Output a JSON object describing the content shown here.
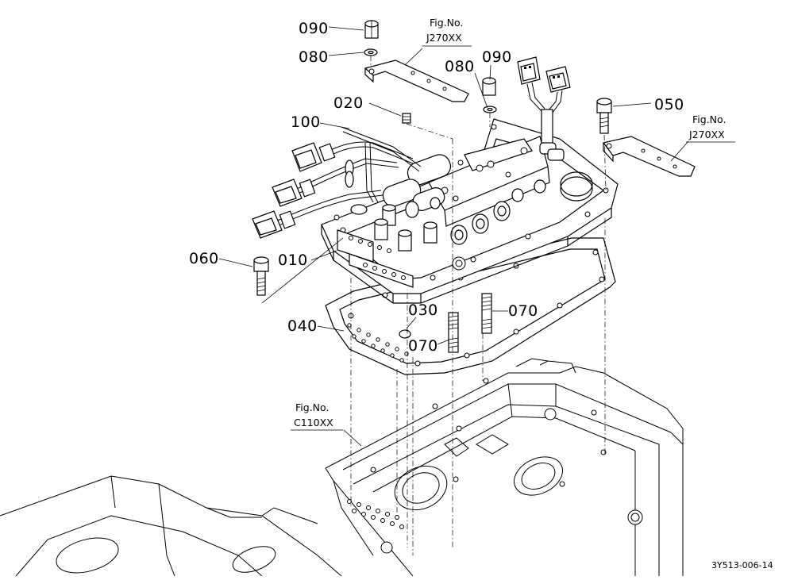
{
  "part_labels": {
    "p090_a": "090",
    "p080_a": "080",
    "p080_b": "080",
    "p090_b": "090",
    "p020": "020",
    "p050": "050",
    "p100": "100",
    "p060": "060",
    "p010": "010",
    "p030": "030",
    "p070_a": "070",
    "p040": "040",
    "p070_b": "070"
  },
  "figure_refs": {
    "ref_top": {
      "title": "Fig.No.",
      "number": "J270XX"
    },
    "ref_right": {
      "title": "Fig.No.",
      "number": "J270XX"
    },
    "ref_bottom": {
      "title": "Fig.No.",
      "number": "C110XX"
    }
  },
  "drawing_code": "3Y513-006-14"
}
